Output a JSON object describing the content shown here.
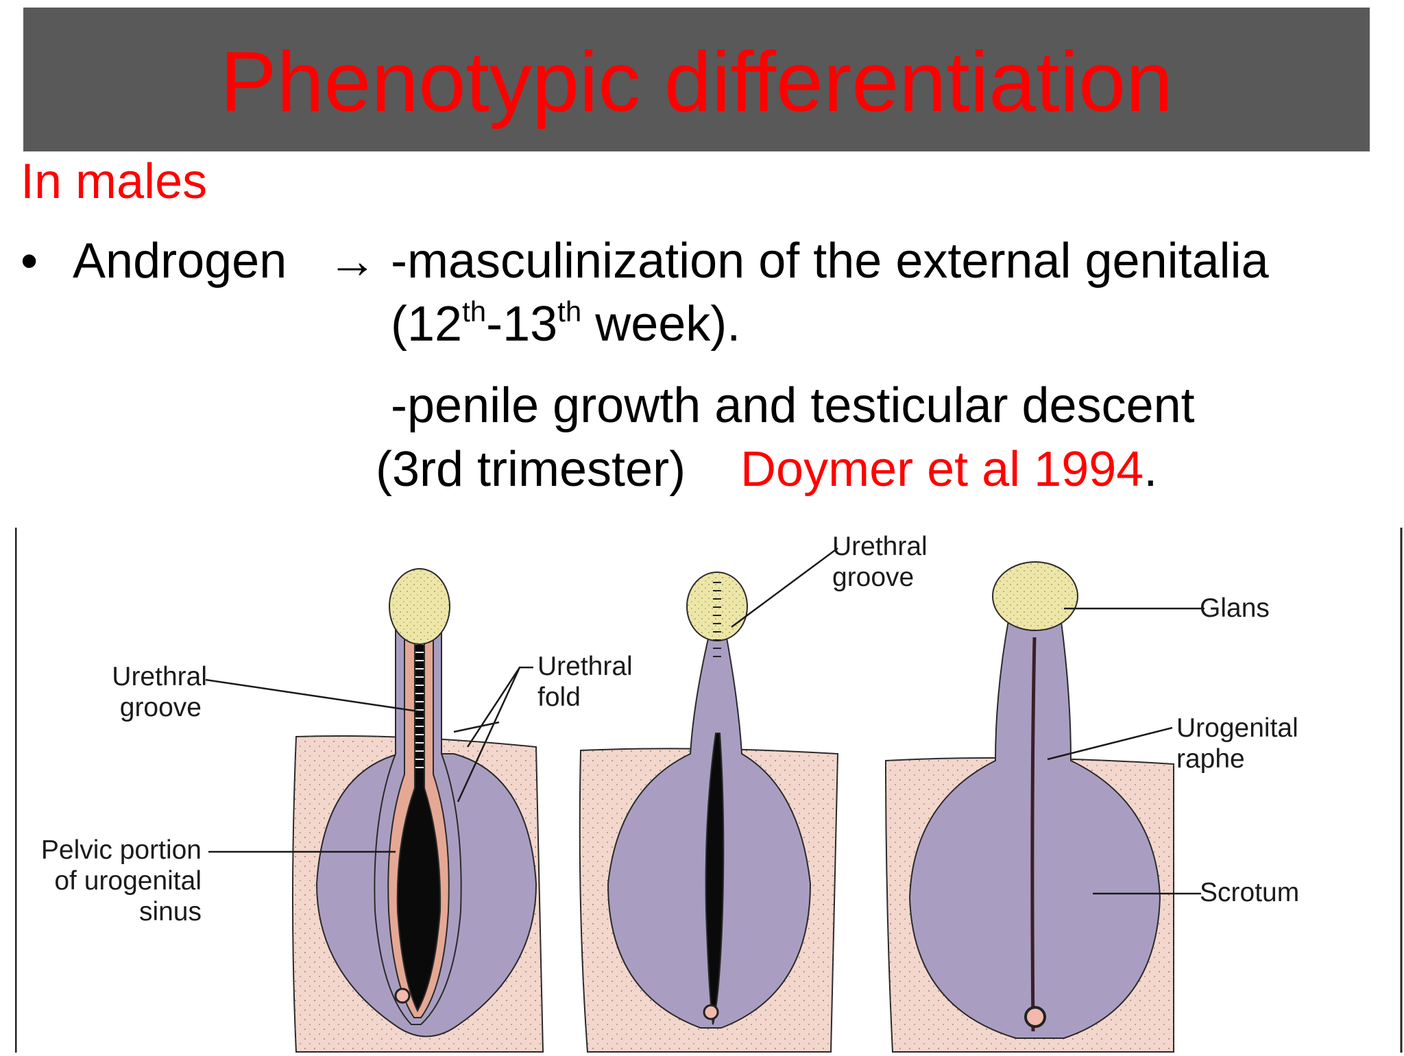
{
  "title": "Phenotypic differentiation",
  "subtitle": "In males",
  "bullet": {
    "marker": "•",
    "term": "Androgen",
    "arrow": "→",
    "line1": "-masculinization of the external genitalia",
    "line2_prefix": "(12",
    "line2_sup1": "th",
    "line2_mid": "-13",
    "line2_sup2": "th",
    "line2_suffix": " week).",
    "line3": "-penile growth and testicular descent",
    "line4": "(3rd trimester)",
    "reference": "Doymer et al 1994",
    "reference_end": "."
  },
  "figure": {
    "labels": {
      "urethral_groove_left_1": "Urethral",
      "urethral_groove_left_2": "groove",
      "urethral_fold_1": "Urethral",
      "urethral_fold_2": "fold",
      "pelvic_1": "Pelvic portion",
      "pelvic_2": "of urogenital",
      "pelvic_3": "sinus",
      "urethral_groove_top_1": "Urethral",
      "urethral_groove_top_2": "groove",
      "glans": "Glans",
      "urogenital_raphe_1": "Urogenital",
      "urogenital_raphe_2": "raphe",
      "scrotum": "Scrotum"
    },
    "colors": {
      "skin": "#f3d6cc",
      "shaft": "#a99ec2",
      "glans": "#ede6a6",
      "fold": "#e5a894",
      "sinus": "#0a0a0a"
    }
  }
}
